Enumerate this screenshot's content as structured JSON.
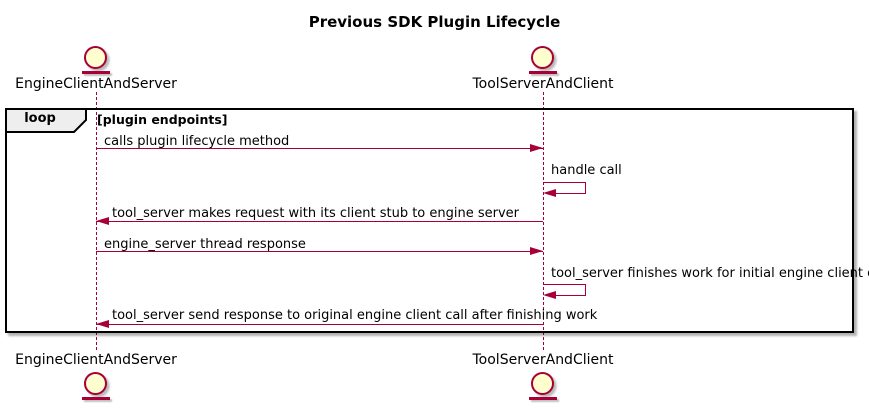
{
  "title": "Previous SDK Plugin Lifecycle",
  "participants": [
    {
      "name": "EngineClientAndServer"
    },
    {
      "name": "ToolServerAndClient"
    }
  ],
  "loop": {
    "operator": "loop",
    "guard": "[plugin endpoints]"
  },
  "messages": [
    {
      "label": "calls plugin lifecycle method",
      "from": "EngineClientAndServer",
      "to": "ToolServerAndClient",
      "direction": "right"
    },
    {
      "label": "handle call",
      "from": "ToolServerAndClient",
      "to": "ToolServerAndClient",
      "direction": "self"
    },
    {
      "label": "tool_server makes request with its client stub to engine server",
      "from": "ToolServerAndClient",
      "to": "EngineClientAndServer",
      "direction": "left"
    },
    {
      "label": "engine_server thread response",
      "from": "EngineClientAndServer",
      "to": "ToolServerAndClient",
      "direction": "right"
    },
    {
      "label": "tool_server finishes work for initial engine client call",
      "from": "ToolServerAndClient",
      "to": "ToolServerAndClient",
      "direction": "self"
    },
    {
      "label": "tool_server send response to original engine client call after finishing work",
      "from": "ToolServerAndClient",
      "to": "EngineClientAndServer",
      "direction": "left"
    }
  ],
  "colors": {
    "accent": "#A80036",
    "participant_fill": "#FEFECE",
    "frame_border": "#000000",
    "header_fill": "#EEEEEE",
    "text": "#000000"
  }
}
